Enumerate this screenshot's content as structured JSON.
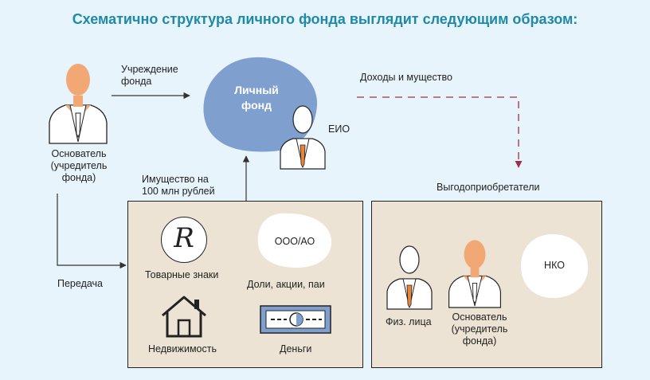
{
  "title": "Схематично структура личного фонда выглядит следующим образом:",
  "founder_left": {
    "label": "Основатель\n(учредитель\nфонда)"
  },
  "arrows": {
    "establishment": "Учреждение\nфонда",
    "income": "Доходы и мущество",
    "transfer": "Передача"
  },
  "fund": {
    "label": "Личный\nфонд",
    "eio": "ЕИО"
  },
  "property_box": {
    "caption": "Имущество на\n100 млн рублей",
    "trademark_glyph": "R",
    "trademarks": "Товарные знаки",
    "llc_badge": "ООО/АО",
    "shares": "Доли, акции, паи",
    "realty": "Недвижимость",
    "money": "Деньги"
  },
  "beneficiaries": {
    "caption": "Выгодоприобретатели",
    "individuals": "Физ. лица",
    "founder": "Основатель\n(учредитель\nфонда)",
    "nko": "НКО"
  },
  "colors": {
    "title": "#1f8aa8",
    "blob": "#7fa0cf",
    "box": "#ece3d4",
    "skin": "#f2a874",
    "tie": "#e8833a",
    "dashed": "#a03048"
  }
}
